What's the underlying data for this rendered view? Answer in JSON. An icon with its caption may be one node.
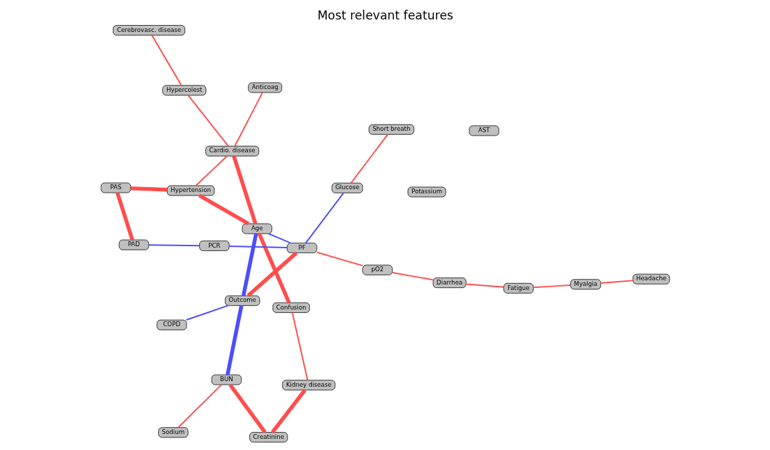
{
  "diagram": {
    "title": "Most relevant features",
    "nodes": [
      {
        "text": [
          "Sodium"
        ]
      },
      {
        "text": [
          "BUN"
        ]
      },
      {
        "text": [
          "Creatinine"
        ]
      },
      {
        "text": [
          "COPD"
        ]
      },
      {
        "text": [
          "Kidney disease"
        ]
      },
      {
        "text": [
          "Short breath"
        ]
      },
      {
        "text": [
          "Outcome"
        ]
      },
      {
        "text": [
          "Glucose"
        ]
      },
      {
        "text": [
          "Confusion"
        ]
      },
      {
        "text": [
          "PF"
        ]
      },
      {
        "text": [
          "pO2"
        ]
      },
      {
        "text": [
          "Age"
        ]
      },
      {
        "text": [
          "Diarrhea"
        ]
      },
      {
        "text": [
          "Fatigue"
        ]
      },
      {
        "text": [
          "Myalgia"
        ]
      },
      {
        "text": [
          "Headache"
        ]
      },
      {
        "text": [
          "PCR"
        ]
      },
      {
        "text": [
          "Hypertension"
        ]
      },
      {
        "text": [
          "Cardio. disease"
        ]
      },
      {
        "text": [
          "Hypercolest"
        ]
      },
      {
        "text": [
          "Potassium"
        ]
      },
      {
        "text": [
          "AST"
        ]
      },
      {
        "text": [
          "PAD"
        ]
      },
      {
        "text": [
          "PAS"
        ]
      },
      {
        "text": [
          "Anticoag"
        ]
      },
      {
        "text": [
          "Cerebrovasc. disease"
        ]
      }
    ],
    "edges": [
      {
        "from": 0,
        "to": 1,
        "arrow": "none"
      },
      {
        "from": 1,
        "to": 2,
        "arrow": "none",
        "style": "thick"
      },
      {
        "from": 2,
        "to": 4,
        "arrow": "none",
        "style": "thick"
      },
      {
        "from": 4,
        "to": 8,
        "arrow": "none"
      },
      {
        "from": 1,
        "to": 6,
        "arrow": "none",
        "style": "thick",
        "color": "#4d4dff"
      },
      {
        "from": 3,
        "to": 6,
        "arrow": "none",
        "color": "#4d4dff"
      },
      {
        "from": 6,
        "to": 11,
        "arrow": "none",
        "style": "thick",
        "color": "#4d4dff"
      },
      {
        "from": 6,
        "to": 9,
        "arrow": "none",
        "style": "thick"
      },
      {
        "from": 5,
        "to": 7,
        "arrow": "none"
      },
      {
        "from": 7,
        "to": 9,
        "arrow": "none",
        "color": "#4d4dff"
      },
      {
        "from": 9,
        "to": 11,
        "arrow": "none",
        "color": "#4d4dff"
      },
      {
        "from": 8,
        "to": 11,
        "arrow": "none",
        "style": "thick"
      },
      {
        "from": 9,
        "to": 10,
        "arrow": "none"
      },
      {
        "from": 10,
        "to": 12,
        "arrow": "none"
      },
      {
        "from": 12,
        "to": 13,
        "arrow": "none"
      },
      {
        "from": 13,
        "to": 14,
        "arrow": "none"
      },
      {
        "from": 14,
        "to": 15,
        "arrow": "none"
      },
      {
        "from": 9,
        "to": 16,
        "arrow": "none",
        "color": "#4d4dff"
      },
      {
        "from": 16,
        "to": 22,
        "arrow": "none",
        "color": "#4d4dff"
      },
      {
        "from": 22,
        "to": 23,
        "arrow": "none",
        "style": "thick"
      },
      {
        "from": 23,
        "to": 17,
        "arrow": "none",
        "style": "thick"
      },
      {
        "from": 11,
        "to": 17,
        "arrow": "none",
        "style": "thick"
      },
      {
        "from": 11,
        "to": 18,
        "arrow": "none",
        "style": "thick"
      },
      {
        "from": 17,
        "to": 18,
        "arrow": "none"
      },
      {
        "from": 18,
        "to": 24,
        "arrow": "none"
      },
      {
        "from": 18,
        "to": 19,
        "arrow": "none"
      },
      {
        "from": 19,
        "to": 25,
        "arrow": "none"
      }
    ]
  }
}
